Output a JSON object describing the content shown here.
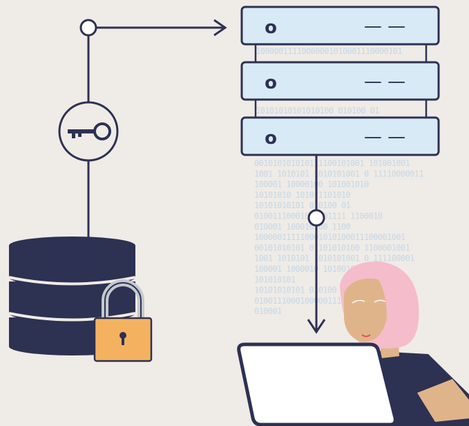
{
  "colors": {
    "background": "#efebe6",
    "navy": "#2d3152",
    "server_fill": "#d8eaf5",
    "binary_text": "#c5d8e6",
    "lock_body": "#f4b261",
    "lock_shackle": "#c4c9cf",
    "skin": "#e0b48a",
    "hair": "#f5bccb",
    "laptop_screen": "#ffffff"
  },
  "binary_lines": {
    "under_server_1": "10000011110000001010001110000101",
    "under_server_2": "10101010101010100   010100  01",
    "column": [
      "001010101010111100101001 101001001",
      "1001 1010101 1010101001 0 11110000011",
      "100001     10000100     101001010",
      "10101010     1010        1101010",
      "10101010101 010100         01",
      "01001110001000001111    1100010",
      "010001     100010100     1100",
      "100000111110001010100011100001001",
      "00101010101 01101010100 1100001001",
      "1001 1010101 1010101001 0 111100001",
      "100001     1000010     101001010",
      "101010101",
      "10101010101 010100",
      "01001110001000001111",
      "010001"
    ]
  },
  "icons": {
    "network_node": "circle-node-icon",
    "arrow": "arrow-right-icon",
    "key": "key-icon",
    "database": "database-icon",
    "lock": "padlock-icon",
    "server": "server-rack-icon",
    "laptop": "laptop-icon",
    "person": "person-illustration"
  },
  "servers": [
    {
      "indicator": "o",
      "label": "— —"
    },
    {
      "indicator": "o",
      "label": "— —"
    },
    {
      "indicator": "o",
      "label": "— —"
    }
  ]
}
